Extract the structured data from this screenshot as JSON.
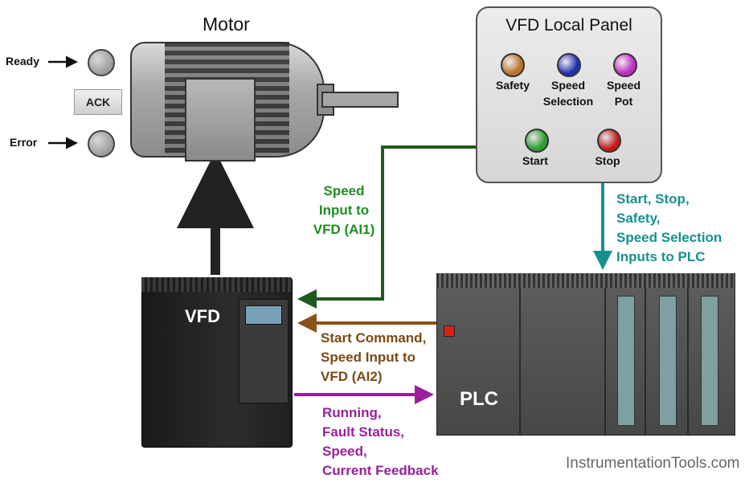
{
  "motor": {
    "title": "Motor"
  },
  "indicators": {
    "ready": "Ready",
    "error": "Error",
    "ack": "ACK"
  },
  "panel": {
    "title": "VFD Local Panel",
    "buttons": [
      {
        "label": "Safety",
        "color": "#b8732a"
      },
      {
        "label": "Speed Selection",
        "color": "#1f2fb0"
      },
      {
        "label": "Speed Pot",
        "color": "#c22ac2"
      },
      {
        "label": "Start",
        "color": "#2e9b2e"
      },
      {
        "label": "Stop",
        "color": "#c41a1a"
      }
    ]
  },
  "vfd": {
    "label": "VFD"
  },
  "plc": {
    "label": "PLC"
  },
  "signals": {
    "speed_ai1": [
      "Speed",
      "Input to",
      "VFD (AI1)"
    ],
    "panel_to_plc": [
      "Start, Stop,",
      "Safety,",
      "Speed Selection",
      "Inputs to PLC"
    ],
    "plc_to_vfd": [
      "Start Command,",
      "Speed Input to",
      "VFD (AI2)"
    ],
    "vfd_to_plc": [
      "Running,",
      "Fault Status,",
      "Speed,",
      "Current Feedback"
    ]
  },
  "colors": {
    "green": "#1e5a1e",
    "teal": "#16908f",
    "brown": "#8a5218",
    "purple": "#9b1f9b"
  },
  "watermark": "InstrumentationTools.com"
}
